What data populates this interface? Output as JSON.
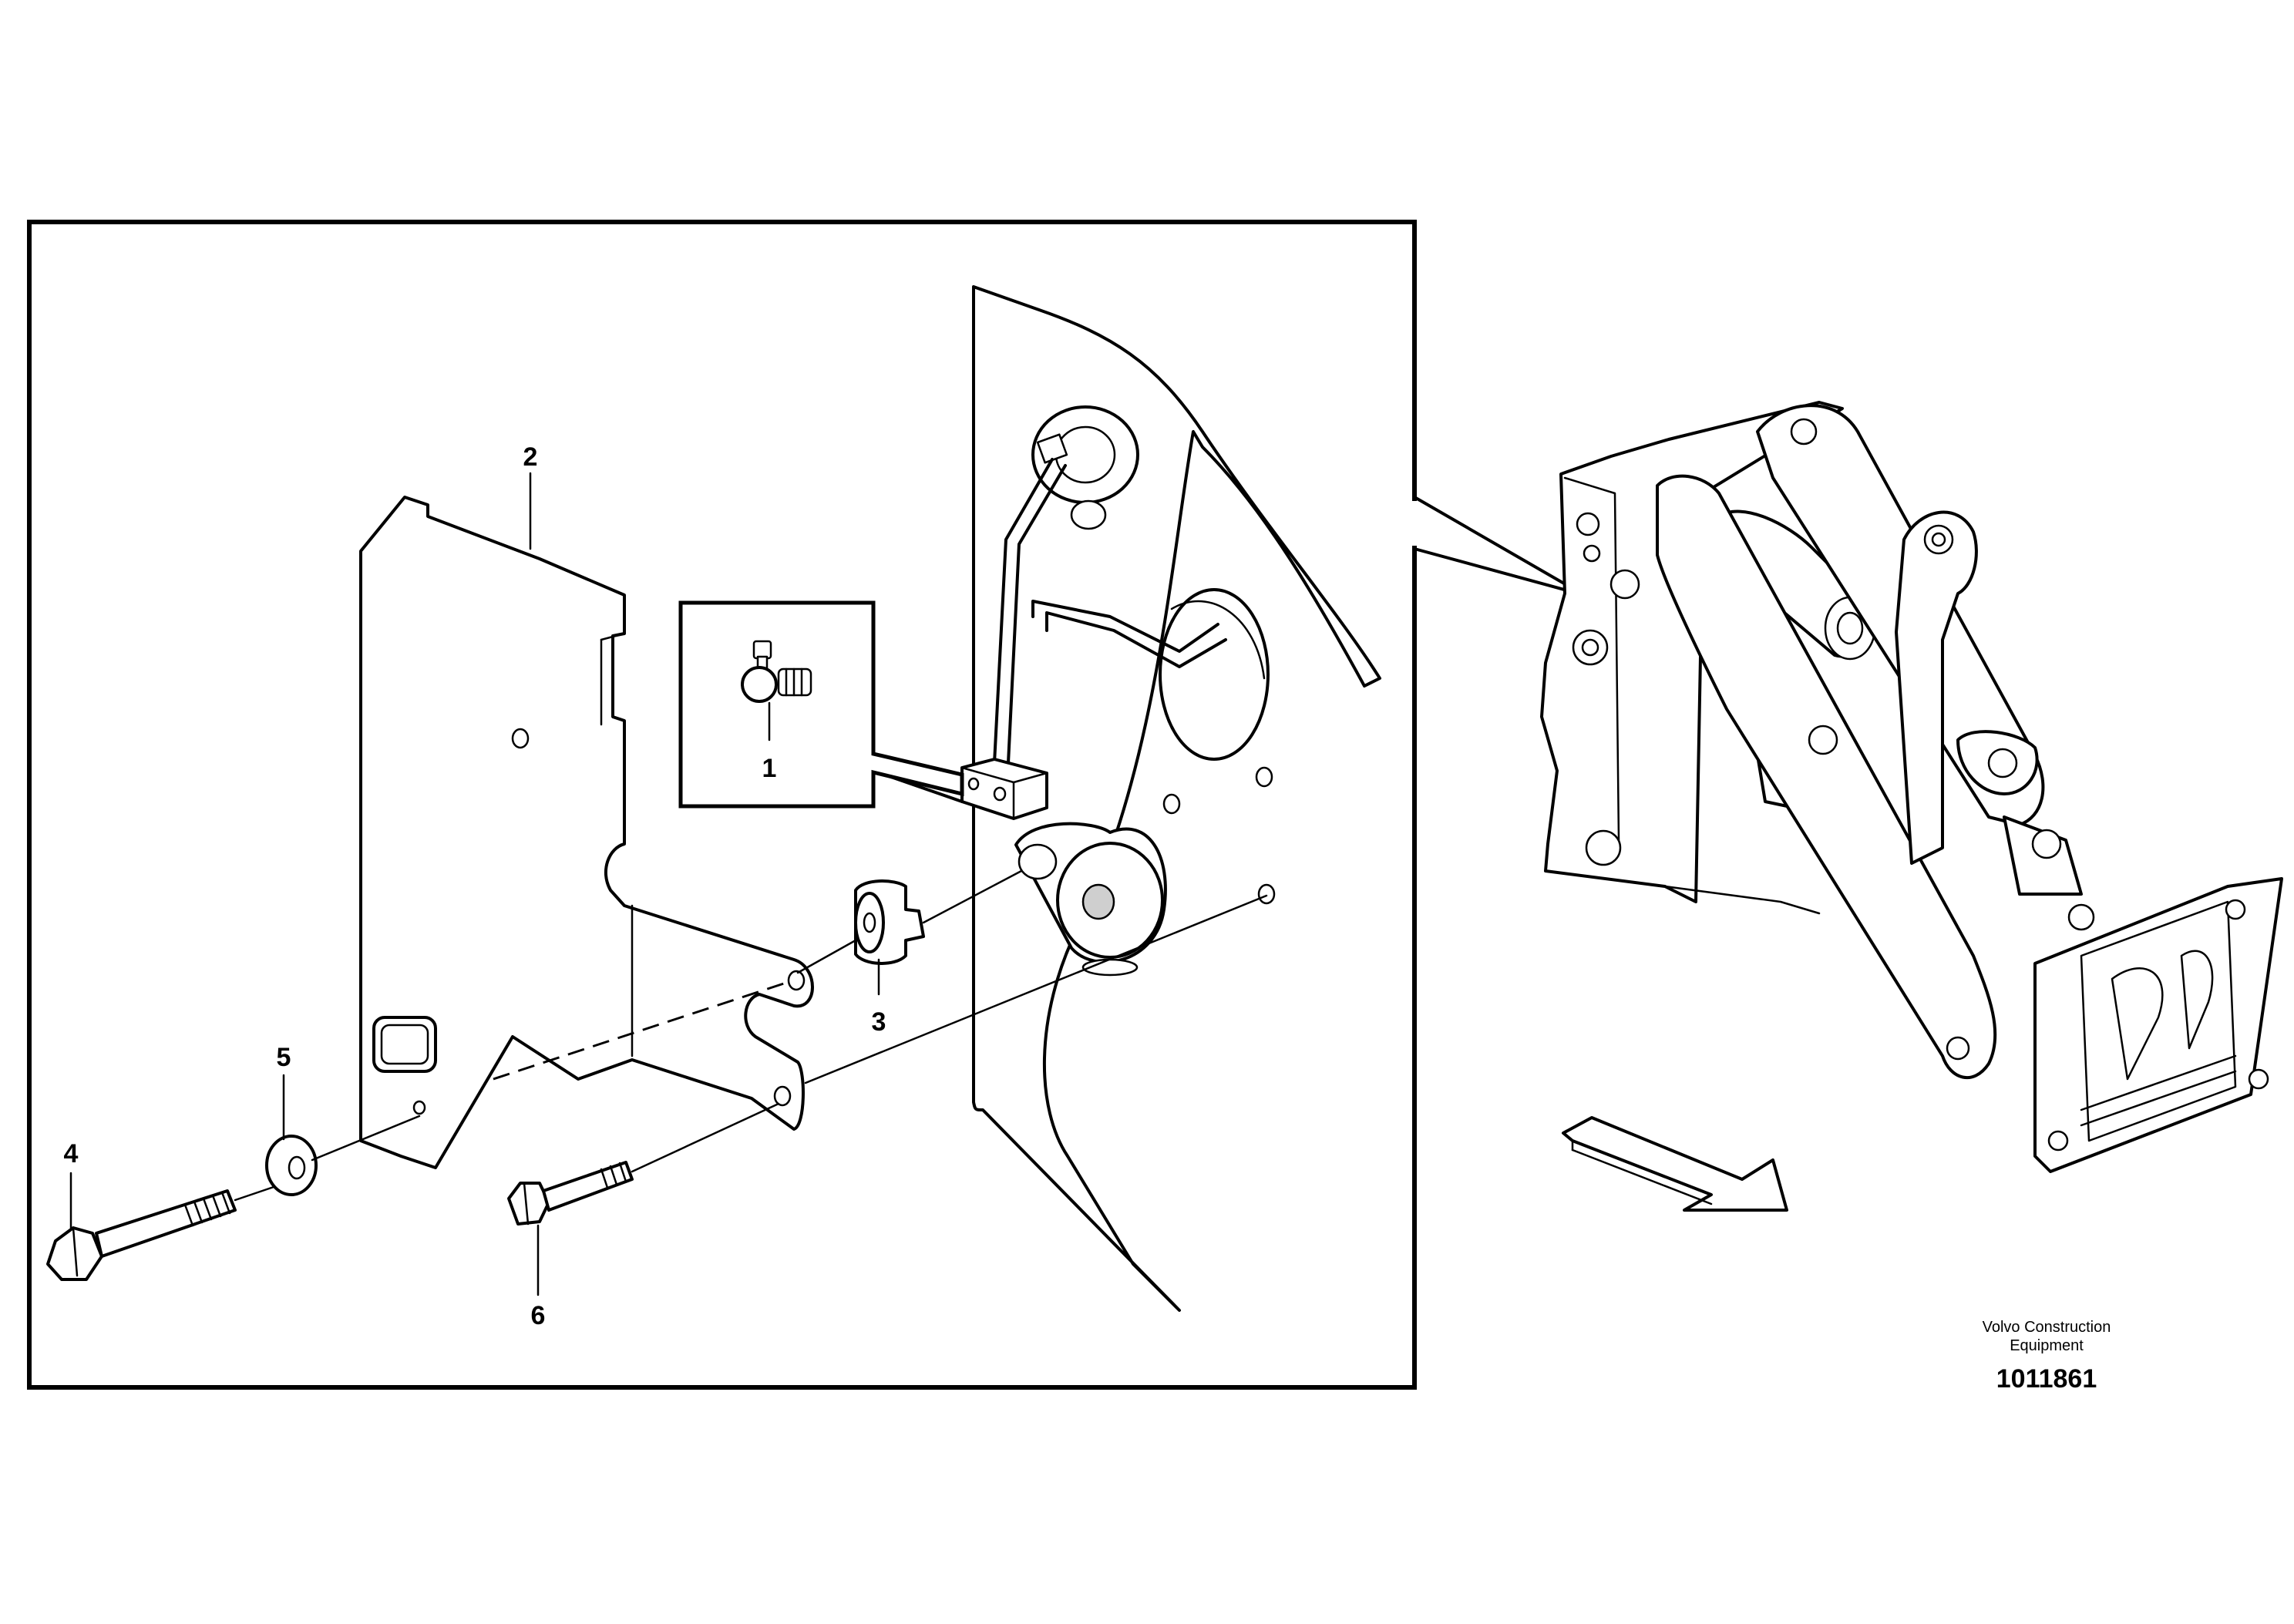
{
  "callouts": {
    "c1": "1",
    "c2": "2",
    "c3": "3",
    "c4": "4",
    "c5": "5",
    "c6": "6"
  },
  "footer": {
    "brand_line1": "Volvo Construction",
    "brand_line2": "Equipment",
    "document_number": "1011861"
  }
}
